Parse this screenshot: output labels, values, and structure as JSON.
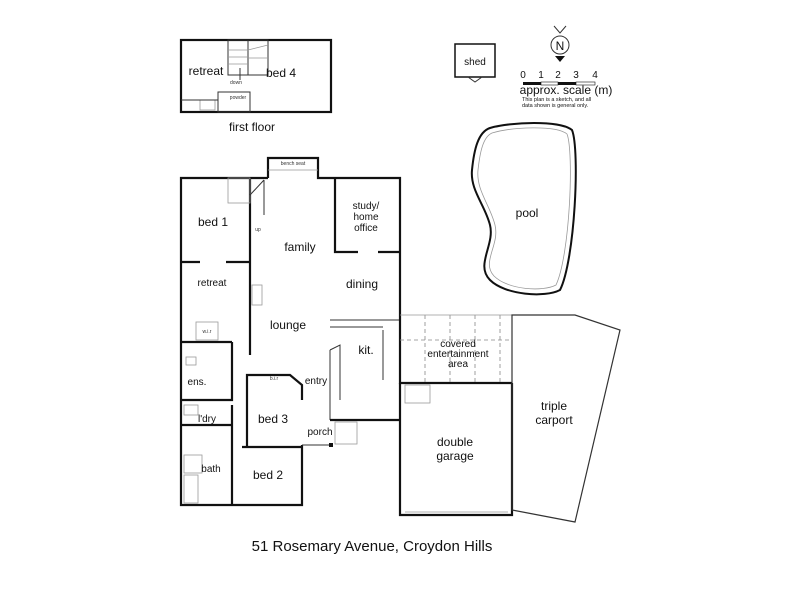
{
  "address": "51 Rosemary Avenue, Croydon Hills",
  "first_floor": {
    "title": "first floor",
    "rooms": {
      "retreat": "retreat",
      "bed4": "bed 4",
      "powder": "powder",
      "down": "down"
    }
  },
  "outbuildings": {
    "shed": "shed",
    "pool": "pool"
  },
  "legend": {
    "north": "N",
    "scale_ticks": [
      "0",
      "1",
      "2",
      "3",
      "4"
    ],
    "scale_label": "approx. scale (m)",
    "disclaimer_line1": "This plan is a sketch, and all",
    "disclaimer_line2": "data shown is general only."
  },
  "ground_floor": {
    "rooms": {
      "bench_seat": "bench seat",
      "bed1": "bed 1",
      "family": "family",
      "study": [
        "study/",
        "home",
        "office"
      ],
      "dining": "dining",
      "retreat": "retreat",
      "lounge": "lounge",
      "kit": "kit.",
      "covered": [
        "covered",
        "entertainment",
        "area"
      ],
      "ens": "ens.",
      "entry": "entry",
      "ldry": "l'dry",
      "bed3": "bed 3",
      "porch": "porch",
      "bath": "bath",
      "bed2": "bed 2",
      "garage": [
        "double",
        "garage"
      ],
      "carport": [
        "triple",
        "carport"
      ],
      "wir": "w.i.r",
      "bir": "b.i.r",
      "up": "up"
    }
  }
}
